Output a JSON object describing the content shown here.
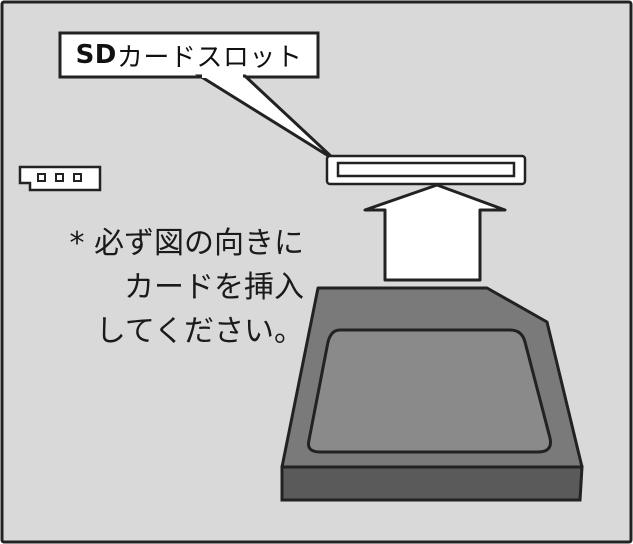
{
  "callout": {
    "label_bold": "SD",
    "label_rest": "カードスロット"
  },
  "note": {
    "lines": [
      "* 必ず図の向きに",
      "カードを挿入",
      "してください。"
    ]
  },
  "colors": {
    "background": "#d9d9d9",
    "frame_stroke": "#222222",
    "card_top": "#7a7a7a",
    "card_side": "#5a5a5a",
    "card_label_area": "#8a8a8a",
    "arrow_fill": "#ffffff",
    "callout_fill": "#ffffff"
  },
  "icons": {
    "connector": "three-pin-connector-icon",
    "arrow": "up-arrow-icon",
    "card": "sd-card-icon",
    "slot": "card-slot-icon"
  }
}
